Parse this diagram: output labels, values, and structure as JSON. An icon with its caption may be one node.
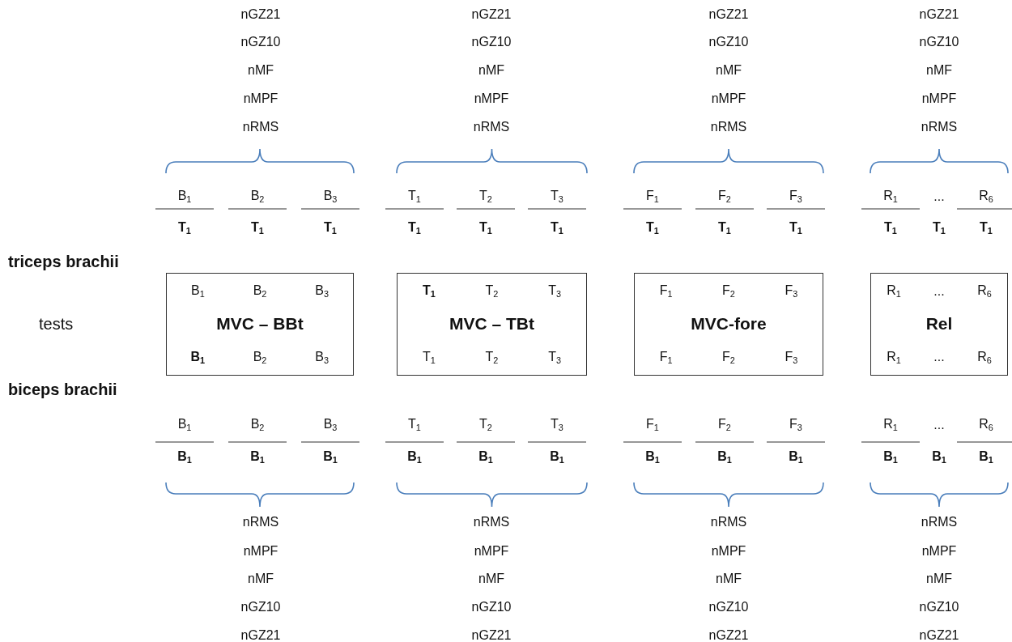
{
  "diagram": {
    "nodes": [
      {
        "text": [
          "B$_{1}$",
          "B$_{2}$",
          "B$_{3}$",
          "MVC – BBt",
          "**B**$_{1}$",
          "B$_{2}$",
          "B$_{3}$"
        ]
      },
      {
        "text": [
          "**T**$_{1}$",
          "T$_{2}$",
          "T$_{3}$",
          "MVC – TBt",
          "T$_{1}$",
          "T$_{2}$",
          "T$_{3}$"
        ]
      },
      {
        "text": [
          "F$_{1}$",
          "F$_{2}$",
          "F$_{3}$",
          "MVC-fore",
          "F$_{1}$",
          "F$_{2}$",
          "F$_{3}$"
        ]
      },
      {
        "text": [
          "R$_{1}$",
          "...",
          "R$_{6}$",
          "Rel",
          "R$_{1}$",
          "...",
          "R$_{6}$"
        ]
      }
    ],
    "labels": [
      "nGZ21",
      "nGZ21",
      "nGZ21",
      "nGZ21",
      "nGZ10",
      "nGZ10",
      "nGZ10",
      "nGZ10",
      "nMF",
      "nMF",
      "nMF",
      "nMF",
      "nMPF",
      "nMPF",
      "nMPF",
      "nMPF",
      "nRMS",
      "nRMS",
      "nRMS",
      "nRMS",
      "B$_{1}$",
      "B$_{2}$",
      "B$_{3}$",
      "T$_{1}$",
      "T$_{2}$",
      "T$_{3}$",
      "F$_{1}$",
      "F$_{2}$",
      "F$_{3}$",
      "R$_{1}$",
      "...",
      "R$_{6}$",
      "**T**$_{1}$",
      "**T**$_{1}$",
      "**T**$_{1}$",
      "**T**$_{1}$",
      "**T**$_{1}$",
      "**T**$_{1}$",
      "**T**$_{1}$",
      "**T**$_{1}$",
      "**T**$_{1}$",
      "**T**$_{1}$",
      "**T**$_{1}$",
      "**T**$_{1}$",
      "**triceps brachii**",
      "tests",
      "**biceps brachii**",
      "B$_{1}$",
      "B$_{2}$",
      "B$_{3}$",
      "T$_{1}$",
      "T$_{2}$",
      "T$_{3}$",
      "F$_{1}$",
      "F$_{2}$",
      "F$_{3}$",
      "R$_{1}$",
      "...",
      "R$_{6}$",
      "**B**$_{1}$",
      "**B**$_{1}$",
      "**B**$_{1}$",
      "**B**$_{1}$",
      "**B**$_{1}$",
      "**B**$_{1}$",
      "**B**$_{1}$",
      "**B**$_{1}$",
      "**B**$_{1}$",
      "**B**$_{1}$",
      "**B**$_{1}$",
      "**B**$_{1}$",
      "nRMS",
      "nRMS",
      "nRMS",
      "nRMS",
      "nMPF",
      "nMPF",
      "nMPF",
      "nMPF",
      "nMF",
      "nMF",
      "nMF",
      "nMF",
      "nGZ10",
      "nGZ10",
      "nGZ10",
      "nGZ10",
      "nGZ21",
      "nGZ21",
      "nGZ21",
      "nGZ21"
    ]
  }
}
